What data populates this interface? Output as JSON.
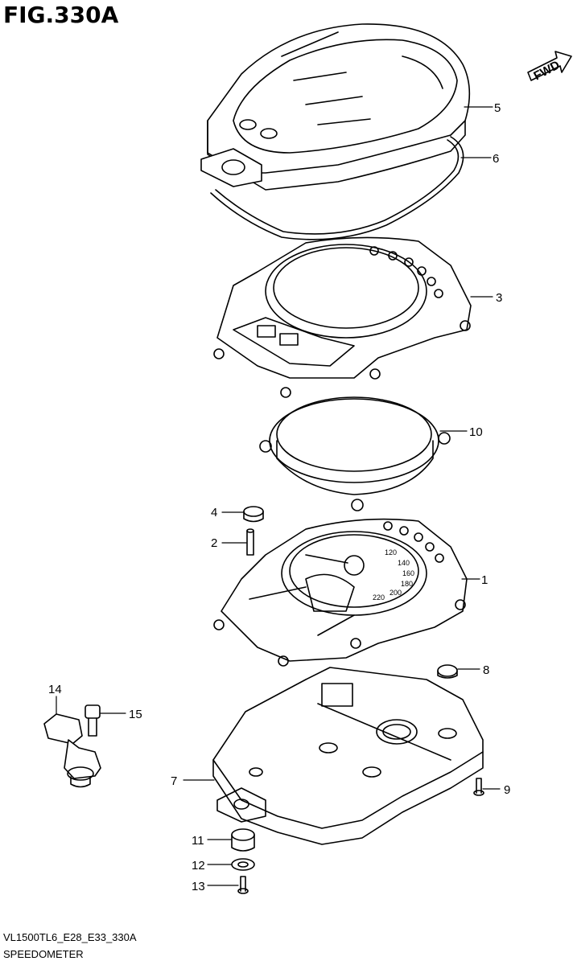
{
  "figure": {
    "title": "FIG.330A",
    "code": "VL1500TL6_E28_E33_330A",
    "name": "SPEEDOMETER",
    "direction_label": "FWD"
  },
  "callouts": [
    "1",
    "2",
    "3",
    "4",
    "5",
    "6",
    "7",
    "8",
    "9",
    "10",
    "11",
    "12",
    "13",
    "14",
    "15"
  ],
  "gauge_ticks": [
    "120",
    "140",
    "160",
    "180",
    "200",
    "220"
  ],
  "colors": {
    "line": "#000000",
    "background": "#ffffff"
  }
}
